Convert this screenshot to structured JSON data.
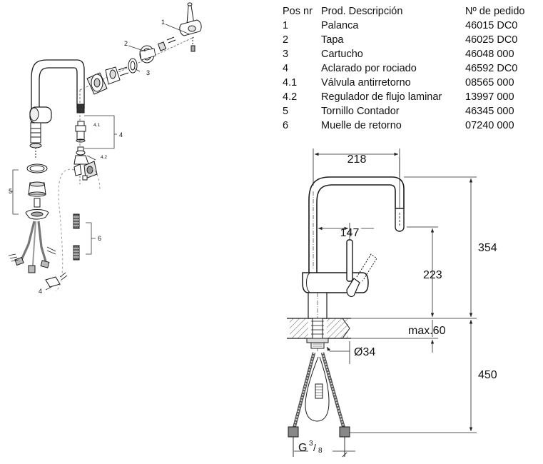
{
  "parts_table": {
    "headers": [
      "Pos nr",
      "Prod. Descripción",
      "Nº de pedido"
    ],
    "rows": [
      {
        "pos": "1",
        "desc": "Palanca",
        "order": "46015 DC0"
      },
      {
        "pos": "2",
        "desc": "Tapa",
        "order": "46025 DC0"
      },
      {
        "pos": "3",
        "desc": "Cartucho",
        "order": "46048 000"
      },
      {
        "pos": "4",
        "desc": "Aclarado por rociado",
        "order": "46592 DC0"
      },
      {
        "pos": "4.1",
        "desc": "Válvula antirretorno",
        "order": "08565 000"
      },
      {
        "pos": "4.2",
        "desc": "Regulador de flujo laminar",
        "order": "13997 000"
      },
      {
        "pos": "5",
        "desc": "Tornillo Contador",
        "order": "46345 000"
      },
      {
        "pos": "6",
        "desc": "Muelle de retorno",
        "order": "07240 000"
      }
    ]
  },
  "exploded_view": {
    "callouts": [
      "1",
      "2",
      "3",
      "4.1",
      "4",
      "4.2",
      "5",
      "6",
      "4"
    ]
  },
  "dimension_drawing": {
    "dimensions": {
      "spout_reach": "218",
      "lever_reach": "147",
      "total_height": "354",
      "outlet_height": "223",
      "max_deck": "max.60",
      "hole_diameter": "Ø34",
      "hose_length": "450",
      "thread_prefix": "G",
      "thread_num": "3",
      "thread_den": "8"
    }
  },
  "colors": {
    "line": "#1a1a1a",
    "dim_line": "#222222",
    "dashed": "#9a9a9a",
    "hatch": "#555555",
    "part_fill": "#cfcfcf"
  }
}
